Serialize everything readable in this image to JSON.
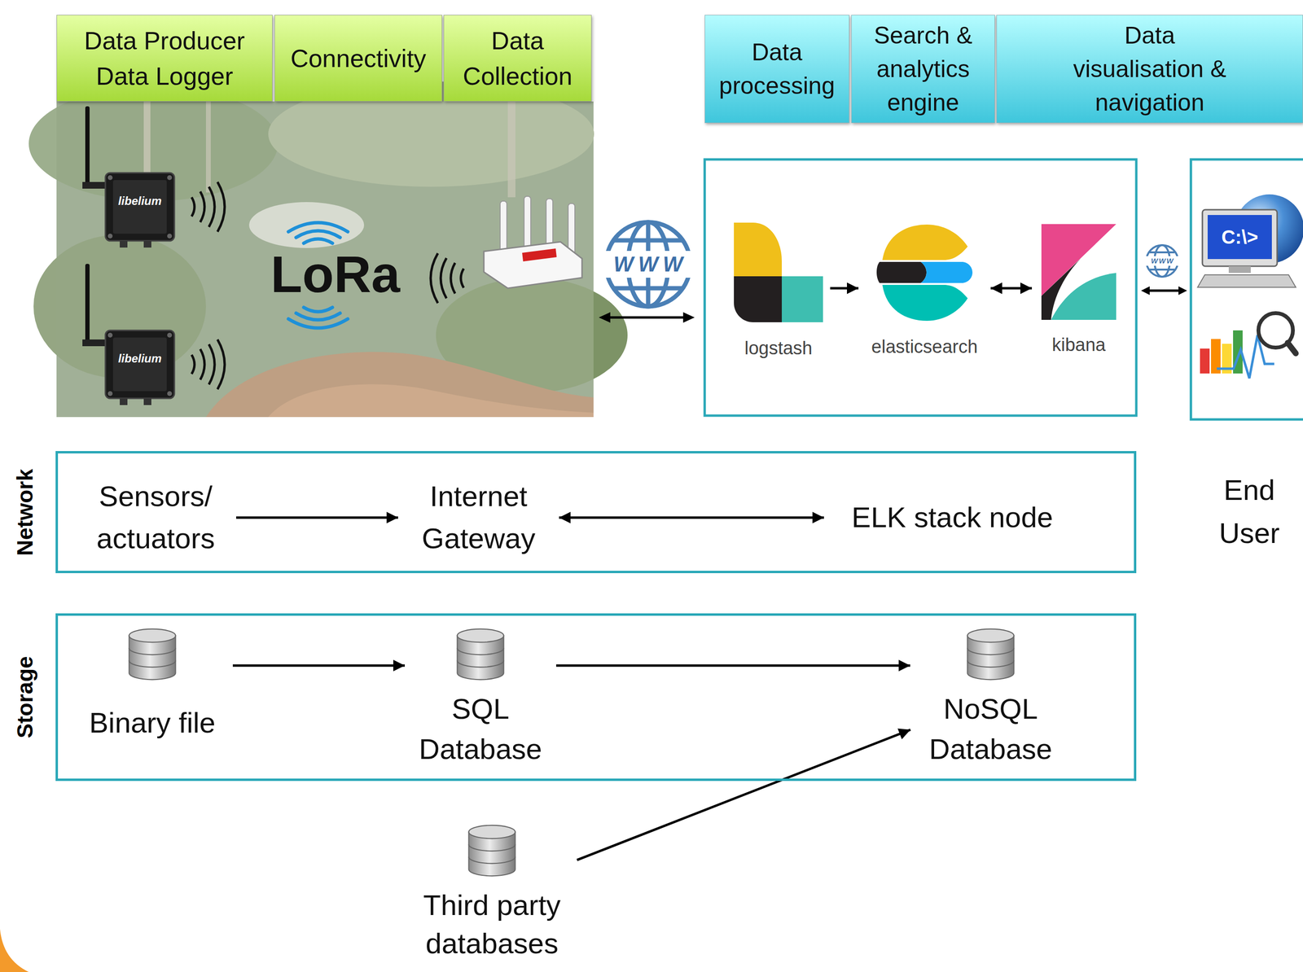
{
  "diagram": {
    "nodes": [
      {
        "text": [
          "Data Producer Data Logger"
        ]
      },
      {
        "text": [
          "Connectivity"
        ]
      },
      {
        "text": [
          "Data Collection"
        ]
      },
      {
        "text": [
          "Data processing"
        ]
      },
      {
        "text": [
          "Search & analytics engine"
        ]
      },
      {
        "text": [
          "Data visualisation & navigation"
        ]
      },
      {
        "text": [
          "logstash"
        ]
      },
      {
        "text": [
          "elasticsearch"
        ]
      },
      {
        "text": [
          "kibana"
        ]
      },
      {
        "text": [
          "Network"
        ]
      },
      {
        "text": [
          "Sensors/ actuators"
        ],
        "in": 9
      },
      {
        "text": [
          "Internet Gateway"
        ],
        "in": 9
      },
      {
        "text": [
          "ELK stack node"
        ],
        "in": 9
      },
      {
        "text": [
          "Storage"
        ]
      },
      {
        "text": [
          "Binary file"
        ],
        "in": 13
      },
      {
        "text": [
          "SQL Database"
        ],
        "in": 13
      },
      {
        "text": [
          "NoSQL Database"
        ],
        "in": 13
      },
      {
        "text": [
          "Third party databases"
        ]
      }
    ],
    "edges": [
      {
        "from": 6,
        "to": 7,
        "arrow": "to"
      },
      {
        "from": 7,
        "to": 8,
        "arrow": "both"
      },
      {
        "from": 10,
        "to": 11,
        "arrow": "to"
      },
      {
        "from": 11,
        "to": 12,
        "arrow": "both"
      },
      {
        "from": 14,
        "to": 15,
        "arrow": "to"
      },
      {
        "from": 15,
        "to": 16,
        "arrow": "to"
      },
      {
        "from": 17,
        "to": 16,
        "arrow": "to"
      }
    ],
    "labels": [
      "LoRa",
      "libelium",
      "libelium",
      "WWW",
      "WWW",
      "C:\\>",
      "End User"
    ]
  }
}
